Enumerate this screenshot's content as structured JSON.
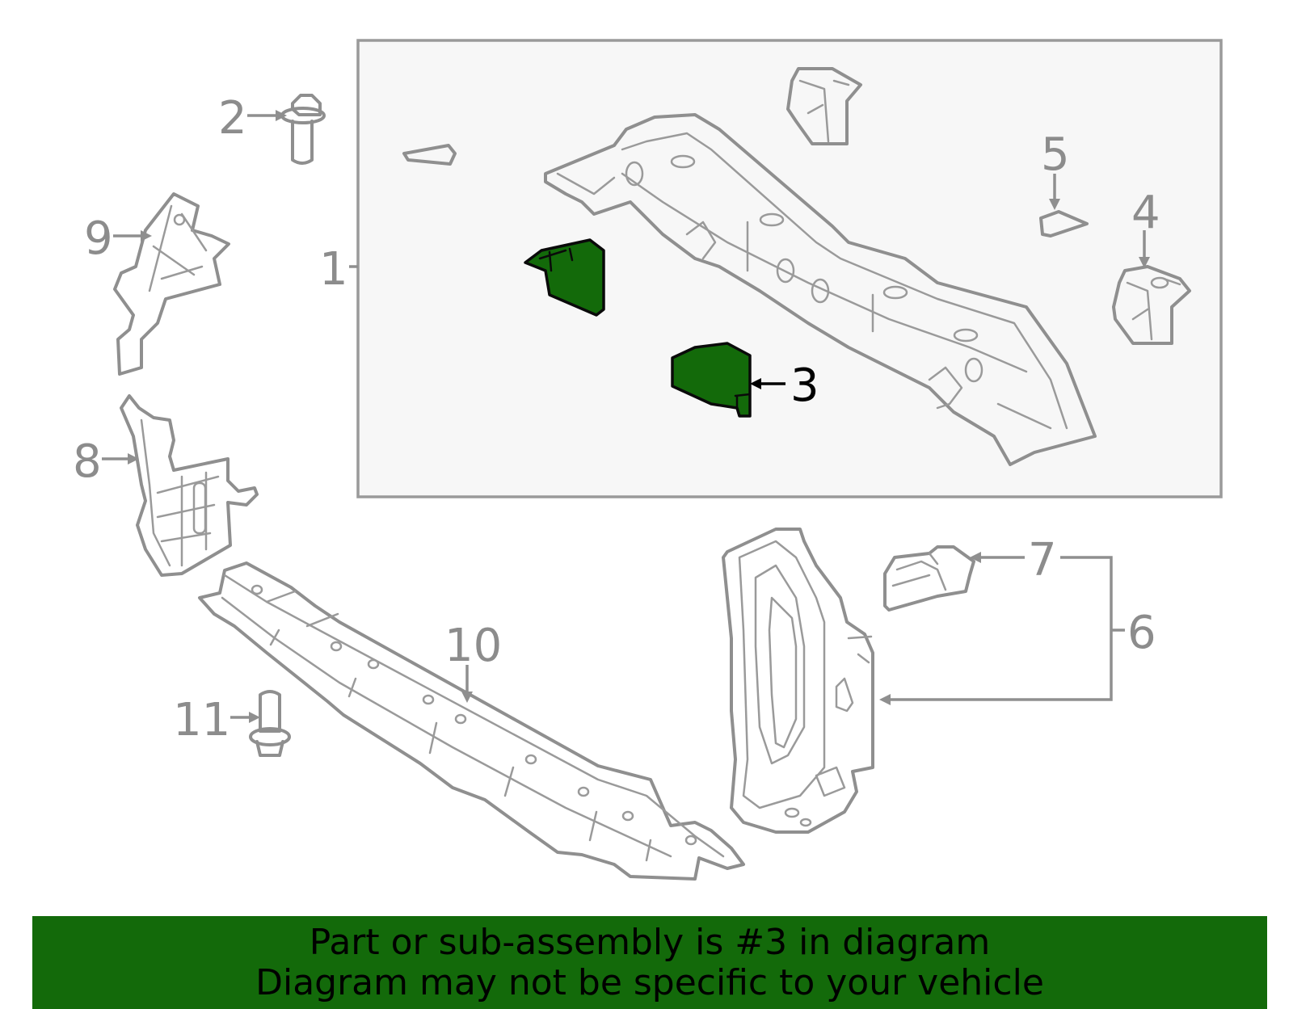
{
  "callouts": {
    "c1": "1",
    "c2": "2",
    "c3": "3",
    "c4": "4",
    "c5": "5",
    "c6": "6",
    "c7": "7",
    "c8": "8",
    "c9": "9",
    "c10": "10",
    "c11": "11"
  },
  "highlight": {
    "part_number": "3",
    "color": "#136a0a"
  },
  "colors": {
    "line": "#8f8f8f",
    "box_fill": "#f7f7f7",
    "banner": "#136a0a"
  },
  "banner": {
    "line1": "Part or sub-assembly is #3 in diagram",
    "line2": "Diagram may not be specific to your vehicle"
  }
}
